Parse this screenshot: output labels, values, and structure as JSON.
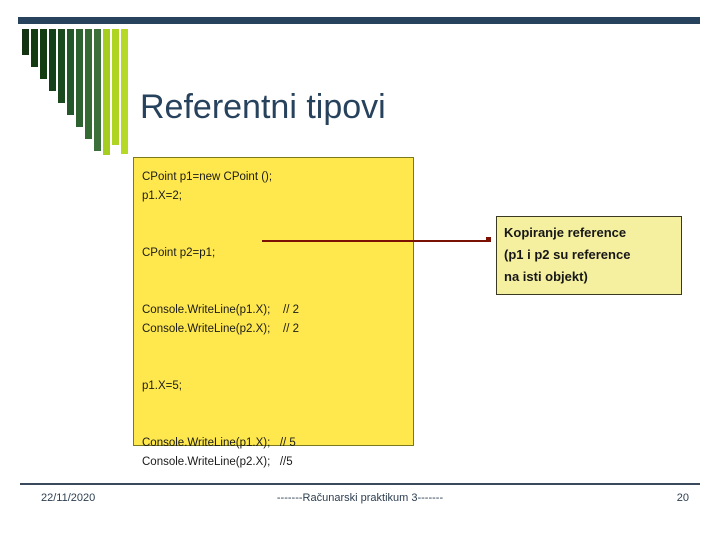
{
  "slide": {
    "title": "Referentni tipovi",
    "accent_color": "#27425c",
    "code_box_color": "#ffe84d",
    "callout_color": "#f4f0a0",
    "connector_color": "#7b1103"
  },
  "decor_bars": {
    "colors": [
      "#143311",
      "#143a12",
      "#133c12",
      "#15411a",
      "#1a4a1e",
      "#23562a",
      "#2d6130",
      "#356b33",
      "#3d6f3a",
      "#a6ce1f",
      "#b0d422",
      "#b6d926"
    ],
    "heights": [
      26,
      38,
      50,
      62,
      74,
      86,
      98,
      110,
      122,
      126,
      116,
      125
    ]
  },
  "code": {
    "lines": [
      "CPoint p1=new CPoint ();",
      "p1.X=2;",
      "",
      "",
      "CPoint p2=p1;",
      "",
      "",
      "Console.WriteLine(p1.X);    // 2",
      "Console.WriteLine(p2.X);    // 2",
      "",
      "",
      "p1.X=5;",
      "",
      "",
      "Console.WriteLine(p1.X);   // 5",
      "Console.WriteLine(p2.X);   //5"
    ]
  },
  "callout": {
    "lines": [
      "Kopiranje reference",
      "(p1 i p2 su reference",
      "na isti objekt)"
    ]
  },
  "footer": {
    "date": "22/11/2020",
    "center": "-------Računarski praktikum 3-------",
    "page_number": "20"
  }
}
